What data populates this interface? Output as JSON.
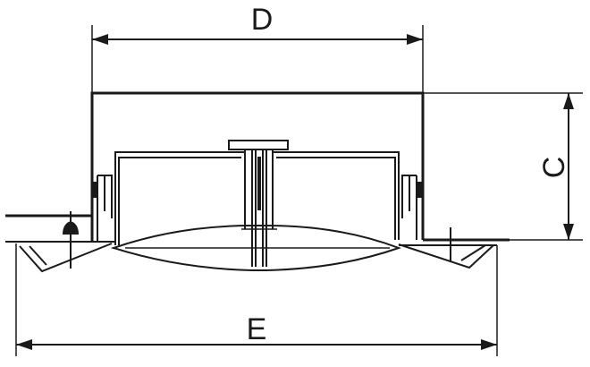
{
  "dimensions": {
    "d_label": "D",
    "c_label": "C",
    "e_label": "E"
  },
  "colors": {
    "line": "#1a1a1a",
    "background": "#ffffff"
  }
}
